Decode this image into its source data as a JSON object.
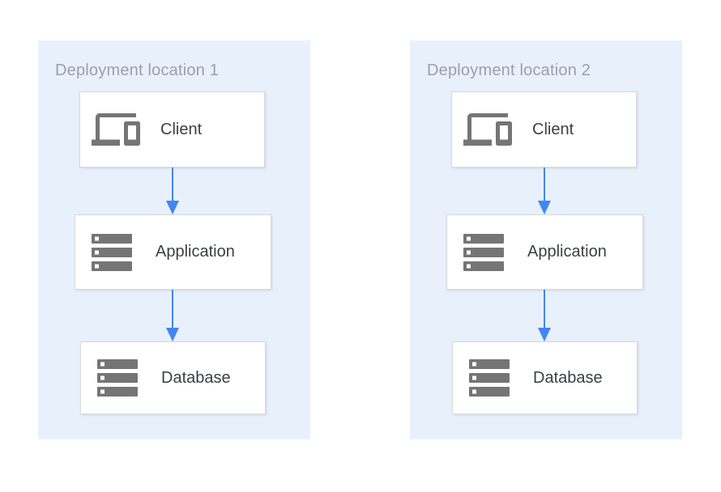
{
  "diagram": {
    "type": "architecture-flow",
    "locations": [
      {
        "title": "Deployment location 1",
        "nodes": [
          {
            "label": "Client",
            "icon": "devices-icon"
          },
          {
            "label": "Application",
            "icon": "servers-icon"
          },
          {
            "label": "Database",
            "icon": "servers-icon"
          }
        ],
        "edges": [
          {
            "from": "Client",
            "to": "Application"
          },
          {
            "from": "Application",
            "to": "Database"
          }
        ]
      },
      {
        "title": "Deployment location 2",
        "nodes": [
          {
            "label": "Client",
            "icon": "devices-icon"
          },
          {
            "label": "Application",
            "icon": "servers-icon"
          },
          {
            "label": "Database",
            "icon": "servers-icon"
          }
        ],
        "edges": [
          {
            "from": "Client",
            "to": "Application"
          },
          {
            "from": "Application",
            "to": "Database"
          }
        ]
      }
    ]
  },
  "colors": {
    "page-bg": "#ffffff",
    "container-bg": "#e8f1fb",
    "title-color": "#9aa0a6",
    "label-color": "#3c4043",
    "icon-color": "#757575",
    "arrow-color": "#4285f4",
    "box-border": "#d8dadd",
    "box-bg": "#ffffff"
  }
}
